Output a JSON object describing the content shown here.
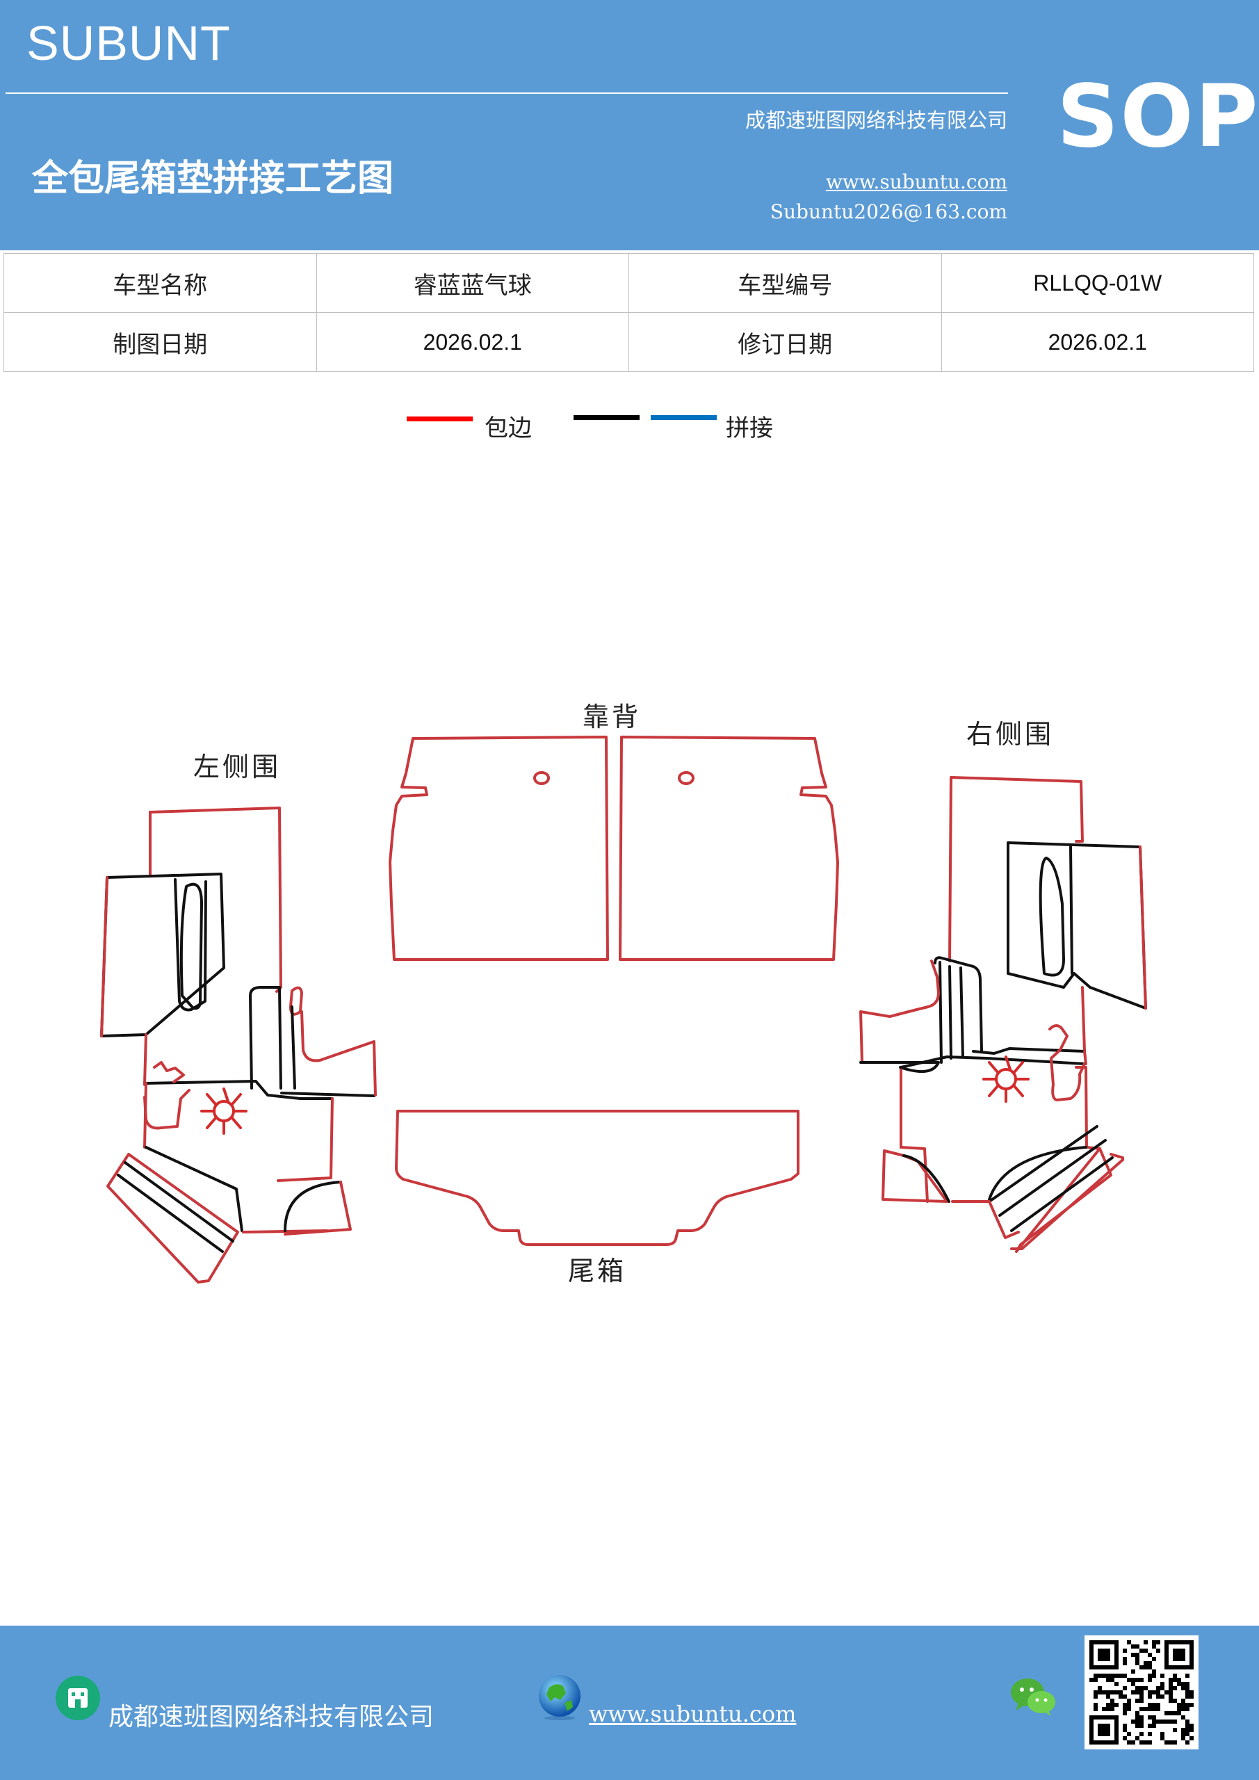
{
  "header": {
    "brand": "SUBUNT",
    "company": "成都速班图网络科技有限公司",
    "title": "全包尾箱垫拼接工艺图",
    "website": "www.subuntu.com",
    "email": "Subuntu2026@163.com",
    "badge": "SOP"
  },
  "info_table": {
    "rows": [
      {
        "label1": "车型名称",
        "value1": "睿蓝蓝气球",
        "label2": "车型编号",
        "value2": "RLLQQ-01W"
      },
      {
        "label1": "制图日期",
        "value1": "2026.02.1",
        "label2": "修订日期",
        "value2": "2026.02.1"
      }
    ]
  },
  "legend": {
    "items": [
      {
        "label": "包边",
        "color": "#ff0000"
      },
      {
        "label": "",
        "color": "#000000"
      },
      {
        "label": "拼接",
        "color": "#0070c0"
      }
    ]
  },
  "diagram": {
    "labels": {
      "backrest": "靠背",
      "left_side": "左侧围",
      "right_side": "右侧围",
      "trunk": "尾箱"
    },
    "colors": {
      "edge": "#c8383c",
      "seam": "#111111"
    }
  },
  "footer": {
    "company": "成都速班图网络科技有限公司",
    "website": "www.subuntu.com",
    "icons": [
      "building-icon",
      "globe-icon",
      "wechat-icon",
      "qr-code"
    ]
  }
}
